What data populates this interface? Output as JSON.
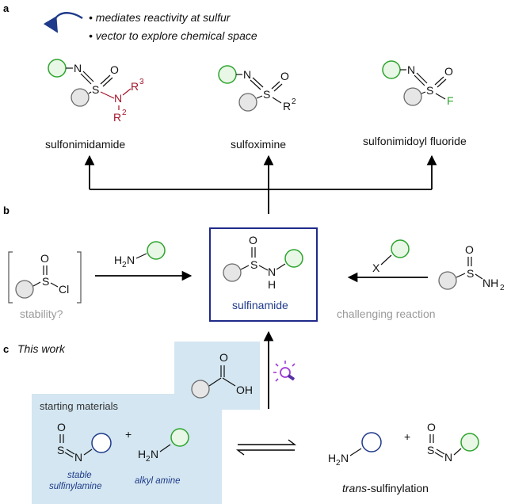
{
  "panels": {
    "a": "a",
    "b": "b",
    "c": "c"
  },
  "panel_a": {
    "bullet_1": "• mediates reactivity at sulfur",
    "bullet_2": "• vector to explore chemical space",
    "compounds": [
      {
        "name": "sulfonimidamide"
      },
      {
        "name": "sulfoximine"
      },
      {
        "name": "sulfonimidoyl fluoride"
      }
    ],
    "atoms": {
      "N": "N",
      "S": "S",
      "O": "O",
      "F": "F",
      "R3": "R",
      "R3_sup": "3",
      "R2": "R",
      "R2_sup": "2"
    }
  },
  "panel_b": {
    "center_label": "sulfinamide",
    "left_note": "stability?",
    "right_note": "challenging reaction",
    "reagent_left": "H",
    "reagent_left_sub": "2",
    "reagent_left_N": "N",
    "reagent_right_X": "X",
    "amide_NH2": "NH",
    "amide_NH2_sub": "2",
    "sulfinyl_chloride_Cl": "Cl",
    "H": "H"
  },
  "panel_c": {
    "title": "This work",
    "box_label": "starting materials",
    "acid_OH": "OH",
    "acid_O": "O",
    "plus": "+",
    "sulfinylamine_label_1": "stable",
    "sulfinylamine_label_2": "sulfinylamine",
    "alkyl_amine_label": "alkyl amine",
    "trans_prefix": "trans",
    "trans_suffix": "-sulfinylation"
  },
  "colors": {
    "green_ring": "#2da42d",
    "gray_ring": "#6b6b6b",
    "blue_ring": "#1f3a8a",
    "box_border": "#1f2a8a",
    "shade": "#d3e6f1",
    "purple_light": "#a23ad8",
    "dark_red": "#a3142a",
    "muted_text": "#9a9a9a"
  },
  "icons": [
    "curved-arrow-icon",
    "light-bulb-icon",
    "equilibrium-arrow-icon"
  ]
}
